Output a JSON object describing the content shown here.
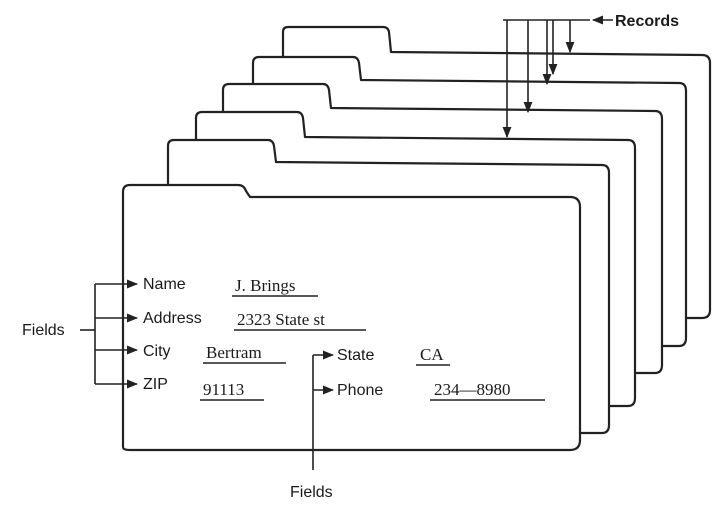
{
  "captions": {
    "records": "Records",
    "fields_left": "Fields",
    "fields_bottom": "Fields"
  },
  "record": {
    "name_label": "Name",
    "name_value": "J. Brings",
    "address_label": "Address",
    "address_value": "2323 State st",
    "city_label": "City",
    "city_value": "Bertram",
    "zip_label": "ZIP",
    "zip_value": "91113",
    "state_label": "State",
    "state_value": "CA",
    "phone_label": "Phone",
    "phone_value": "234—8980"
  }
}
